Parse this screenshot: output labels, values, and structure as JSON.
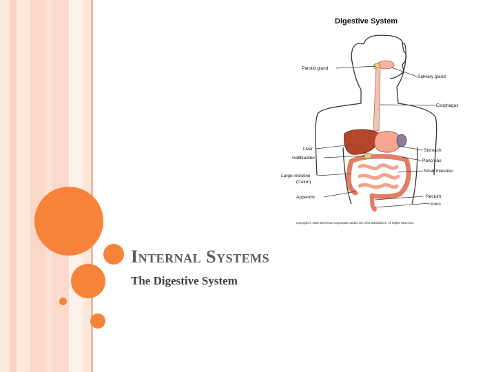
{
  "slide": {
    "title": "Internal Systems",
    "subtitle": "The Digestive System"
  },
  "diagram": {
    "title": "Digestive System",
    "labels": {
      "parotid_gland": "Parotid gland",
      "salivary_gland": "Salivary gland",
      "esophagus": "Esophagus",
      "liver": "Liver",
      "gallbladder": "Gallbladder",
      "large_intestine_1": "Large intestine",
      "large_intestine_2": "(Colon)",
      "appendix": "Appendix",
      "stomach": "Stomach",
      "pancreas": "Pancreas",
      "small_intestine": "Small intestine",
      "rectum": "Rectum",
      "anus": "Anus"
    },
    "copyright": "Copyright © 2005 McKesson Corporation and/or one of its subsidiaries. All Rights Reserved."
  },
  "colors": {
    "accent": "#f7823a",
    "stripe_light": "#fde3d6",
    "stripe_mid": "#fbd0bd",
    "liver": "#b5462b",
    "intestine": "#ef8f78"
  }
}
